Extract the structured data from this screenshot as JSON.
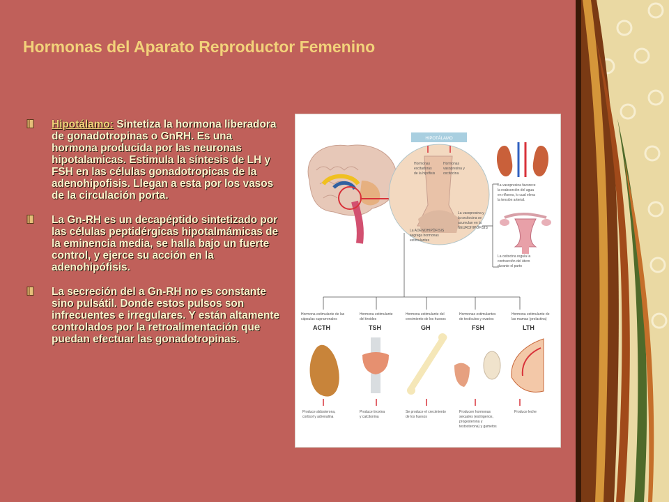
{
  "slide": {
    "title": "Hormonas del Aparato Reproductor Femenino"
  },
  "bullets": [
    {
      "highlight": "Hipotálamo:",
      "text": " Sintetiza la hormona liberadora de gonadotropinas o GnRH. Es una hormona producida por las neuronas hipotalamicas. Estimula la síntesis de LH y FSH en las células gonadotropicas de la adenohipofisis. Llegan a esta por los vasos de la circulación porta."
    },
    {
      "highlight": "",
      "text": "La Gn-RH es un decapéptido sintetizado por las células peptidérgicas hipotalmámicas de la eminencia media, se halla bajo un fuerte control, y ejerce su acción en la adenohipófisis."
    },
    {
      "highlight": "",
      "text": "La secreción del a Gn-RH no es constante sino pulsátil. Donde estos pulsos son infrecuentes e irregulares. Y están altamente controlados por la retroalimentación que puedan efectuar las gonadotropinas."
    }
  ],
  "figure": {
    "header": "HIPOTÁLAMO",
    "label_excitatory": [
      "Hormonas",
      "excitadoras",
      "de la hipófisis"
    ],
    "label_vasopressin": [
      "Hormonas",
      "vasopresina y",
      "oxcitocina"
    ],
    "label_adeno": [
      "La ADENOHIPÓFISIS",
      "segrega hormonas",
      "estimulantes"
    ],
    "label_neuro": [
      "La vasopresina y",
      "la oxcitocina se",
      "acumulan en la",
      "NEUROHIPÓFISIS"
    ],
    "label_kidney": [
      "La vasopresina favorece",
      "la reabsorción del agua",
      "en riñones, lo cual eleva",
      "la tensión arterial."
    ],
    "label_uterus": [
      "La oxitocina regula la",
      "contracción del útero",
      "durante el parto"
    ],
    "hormones": [
      {
        "desc": [
          "Hormona estimulante de las",
          "cápsulas suprarrenales"
        ],
        "name": "ACTH",
        "effect": [
          "Produce aldosterona,",
          "cortisol y adrenalina"
        ]
      },
      {
        "desc": [
          "Hormona estimulante",
          "del tiroides"
        ],
        "name": "TSH",
        "effect": [
          "Produce tiroxina",
          "y calcitonina"
        ]
      },
      {
        "desc": [
          "Hormona estimulante del",
          "crecimiento de los huesos"
        ],
        "name": "GH",
        "effect": [
          "Se produce el crecimiento",
          "de los huesos"
        ]
      },
      {
        "desc": [
          "Hormonas estimulantes",
          "de testículos y ovarios"
        ],
        "name": "FSH",
        "effect": [
          "Producen hormonas",
          "sexuales (estrógenos,",
          "progesterona y",
          "testosterona) y gametos"
        ]
      },
      {
        "desc": [
          "Hormona estimulante de",
          "las mamas (prolactina)"
        ],
        "name": "LTH",
        "effect": [
          "Produce leche"
        ]
      }
    ]
  },
  "colors": {
    "background": "#c0605a",
    "title": "#f2d27a",
    "body_text": "#fff4cc",
    "diagram_red": "#d8323a",
    "pituitary_fill": "#f3d9c0"
  }
}
